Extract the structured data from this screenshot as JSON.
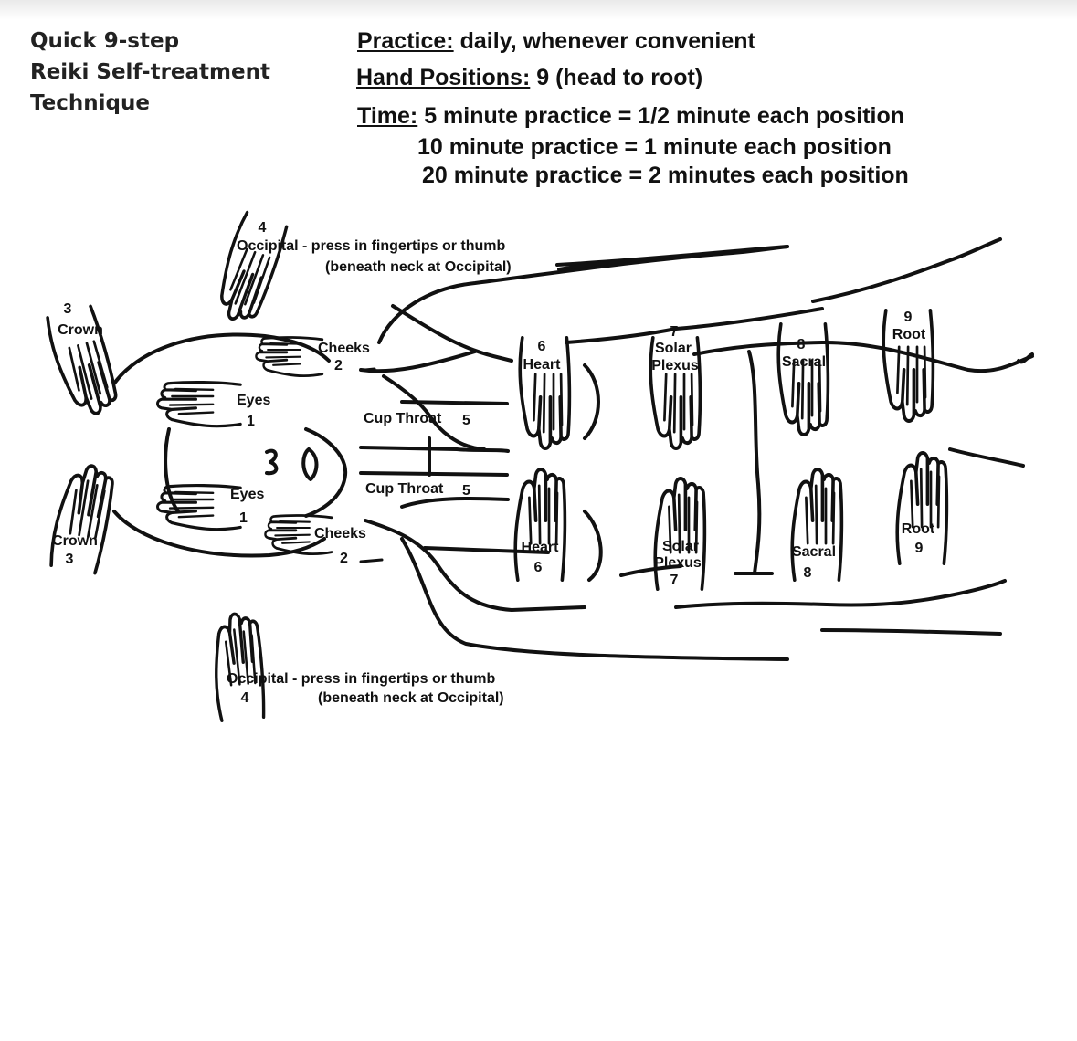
{
  "title_lines": [
    "Quick 9-step",
    "Reiki Self-treatment",
    "Technique"
  ],
  "info": {
    "practice_key": "Practice:",
    "practice_val": "daily, whenever convenient",
    "hand_key": "Hand Positions:",
    "hand_val": "9 (head to root)",
    "time_key": "Time:",
    "time_1": "5 minute practice = 1/2 minute each position",
    "time_2": "10 minute practice = 1 minute each position",
    "time_3": "20 minute practice = 2 minutes each position"
  },
  "labels": {
    "crown_name": "Crown",
    "crown_num": "3",
    "eyes_name": "Eyes",
    "eyes_num": "1",
    "cheeks_name": "Cheeks",
    "cheeks_num": "2",
    "occipital_num": "4",
    "occipital_line1": "Occipital - press in fingertips or thumb",
    "occipital_line2": "(beneath neck at Occipital)",
    "throat": "Cup Throat",
    "throat_num": "5",
    "heart_name": "Heart",
    "heart_num": "6",
    "solar_line1": "Solar",
    "solar_line2": "Plexus",
    "solar_num": "7",
    "sacral_name": "Sacral",
    "sacral_num": "8",
    "root_name": "Root",
    "root_num": "9"
  }
}
